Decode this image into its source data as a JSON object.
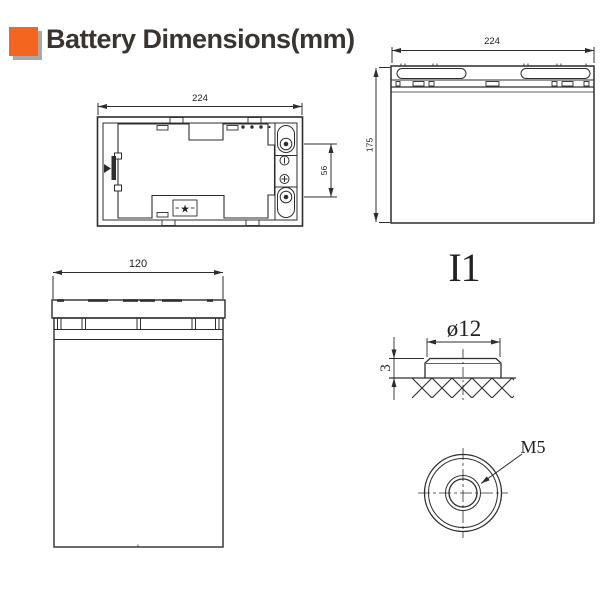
{
  "header": {
    "title": "Battery Dimensions(mm)"
  },
  "top_view": {
    "width_mm": "224",
    "terminal_spacing_mm": "56"
  },
  "front_view": {
    "width_mm": "224",
    "height_mm": "175"
  },
  "side_view": {
    "width_mm": "120"
  },
  "terminal": {
    "type_label": "I1",
    "diameter_label": "ø12",
    "post_height_label": "3",
    "thread_label": "M5"
  },
  "icons": {
    "star": "★"
  },
  "colors": {
    "accent_orange": "#F4661F",
    "accent_shadow": "#A9A9A9",
    "line": "#2D2D2D",
    "title": "#3A3430"
  }
}
